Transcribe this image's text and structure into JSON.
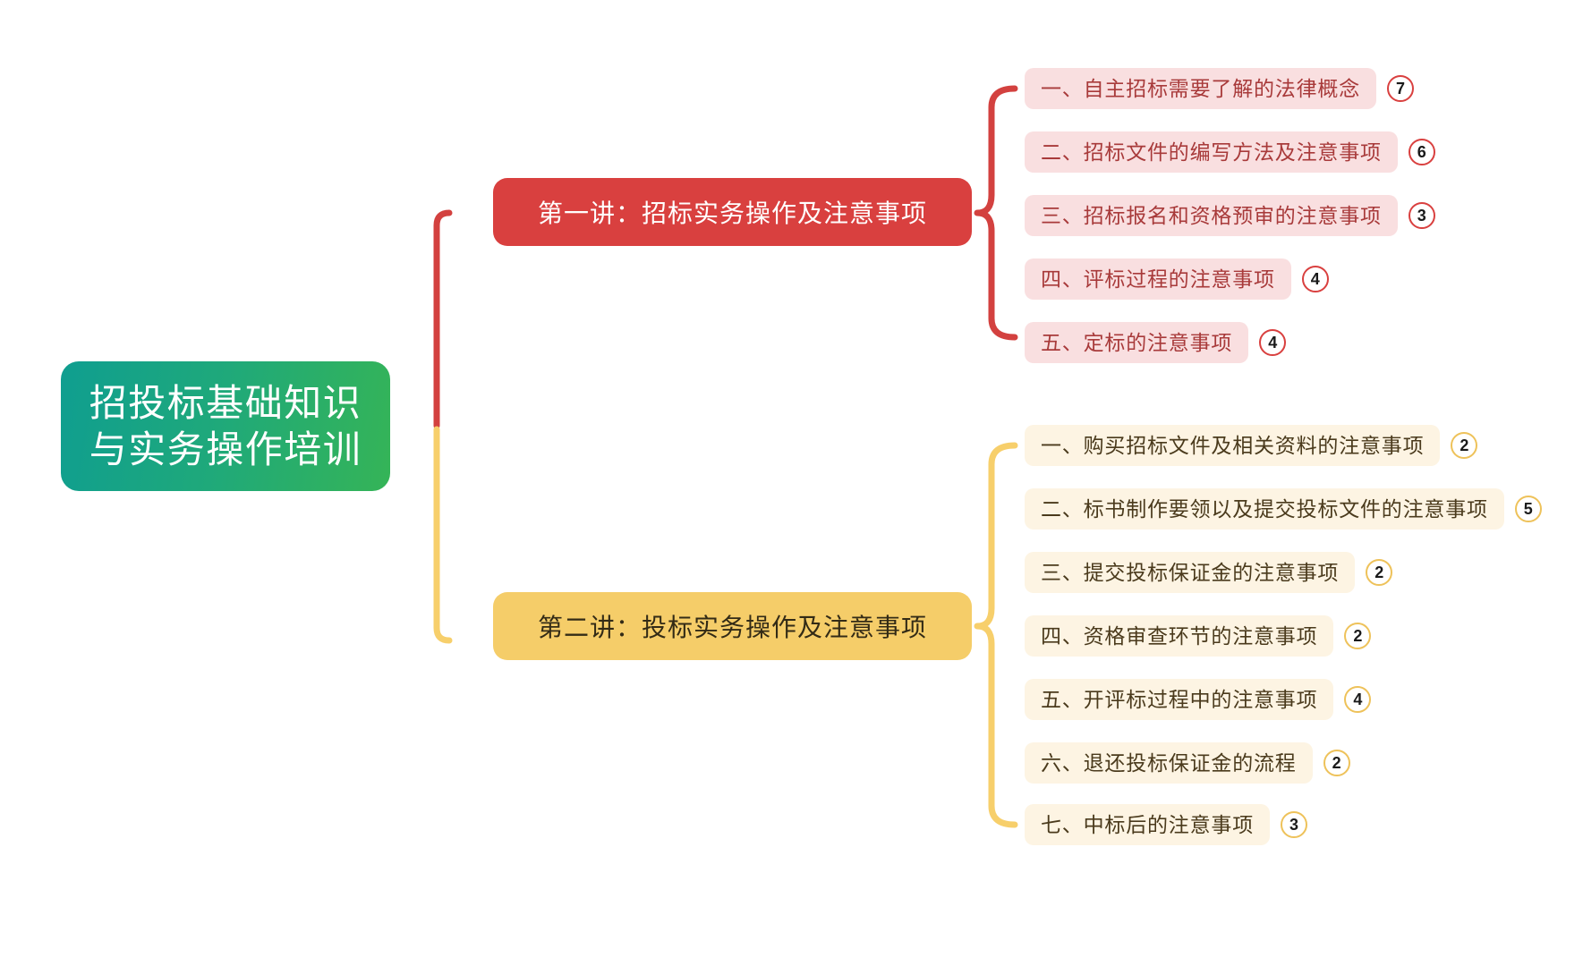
{
  "diagram": {
    "type": "mindmap",
    "title": "招投标基础知识与实务操作培训",
    "background_color": "#ffffff"
  },
  "root": {
    "lines": [
      "招投标基础知识",
      "与实务操作培训"
    ],
    "gradient_from": "#0f9e90",
    "gradient_to": "#35b457",
    "text_color": "#ffffff"
  },
  "branches": [
    {
      "label": "第一讲：招标实务操作及注意事项",
      "color": "#d9403f",
      "text_color": "#ffffff",
      "leaf_bg": "#f9dfe0",
      "leaf_text": "#a83a3a",
      "badge_border": "#d9403f",
      "children": [
        {
          "label": "一、自主招标需要了解的法律概念",
          "count": "7"
        },
        {
          "label": "二、招标文件的编写方法及注意事项",
          "count": "6"
        },
        {
          "label": "三、招标报名和资格预审的注意事项",
          "count": "3"
        },
        {
          "label": "四、评标过程的注意事项",
          "count": "4"
        },
        {
          "label": "五、定标的注意事项",
          "count": "4"
        }
      ]
    },
    {
      "label": "第二讲：投标实务操作及注意事项",
      "color": "#f5cd69",
      "text_color": "#332b16",
      "leaf_bg": "#fdf4e3",
      "leaf_text": "#4a3a1c",
      "badge_border": "#eec25a",
      "children": [
        {
          "label": "一、购买招标文件及相关资料的注意事项",
          "count": "2"
        },
        {
          "label": "二、标书制作要领以及提交投标文件的注意事项",
          "count": "5"
        },
        {
          "label": "三、提交投标保证金的注意事项",
          "count": "2"
        },
        {
          "label": "四、资格审查环节的注意事项",
          "count": "2"
        },
        {
          "label": "五、开评标过程中的注意事项",
          "count": "4"
        },
        {
          "label": "六、退还投标保证金的流程",
          "count": "2"
        },
        {
          "label": "七、中标后的注意事项",
          "count": "3"
        }
      ]
    }
  ]
}
